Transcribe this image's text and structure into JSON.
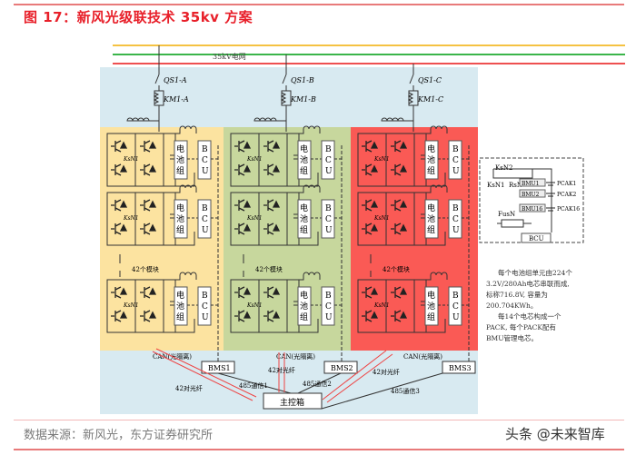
{
  "title": "图 17：新风光级联技术 35kv 方案",
  "grid_label": "35kV电网",
  "phases": [
    {
      "qs": "QS1-A",
      "km": "KM1-A",
      "bms": "BMS1",
      "comm": "485通信1",
      "color": "#fce3a0"
    },
    {
      "qs": "QS1-B",
      "km": "KM1-B",
      "bms": "BMS2",
      "comm": "485通信2",
      "color": "#c7d79d"
    },
    {
      "qs": "QS1-C",
      "km": "KM1-C",
      "bms": "BMS3",
      "comm": "485通信3",
      "color": "#fa5a55"
    }
  ],
  "module": {
    "switch": "KsN1",
    "battery": "电池组",
    "bcu": "BCU"
  },
  "module_count": "42个模块",
  "can_label": "CAN(光隔离)",
  "fiber_label": "42对光纤",
  "master_box": "主控箱",
  "inset": {
    "k2": "KsN2",
    "k1": "KsN1",
    "r": "RsN",
    "fu": "FusN",
    "bmus": [
      "BMU1",
      "BMU2",
      "BMU16"
    ],
    "packs": [
      "PCAK1",
      "PCAK2",
      "PCAK16"
    ],
    "bcu": "BCU"
  },
  "description": [
    "每个电池组单元由224个",
    "3.2V/280Ah电芯串联而成,",
    "标称716.8V, 容量为",
    "200.704KWh。",
    "每14个电芯构成一个",
    "PACK, 每个PACK配有",
    "BMU管理电芯。"
  ],
  "source": "数据来源：新风光，东方证券研究所",
  "watermark": "头条 @未来智库",
  "colors": {
    "accent": "#e8202a",
    "background": "#d8eaf1",
    "grid_yellow": "#f5c242",
    "grid_green": "#3bb54a",
    "grid_red": "#ee5050"
  }
}
